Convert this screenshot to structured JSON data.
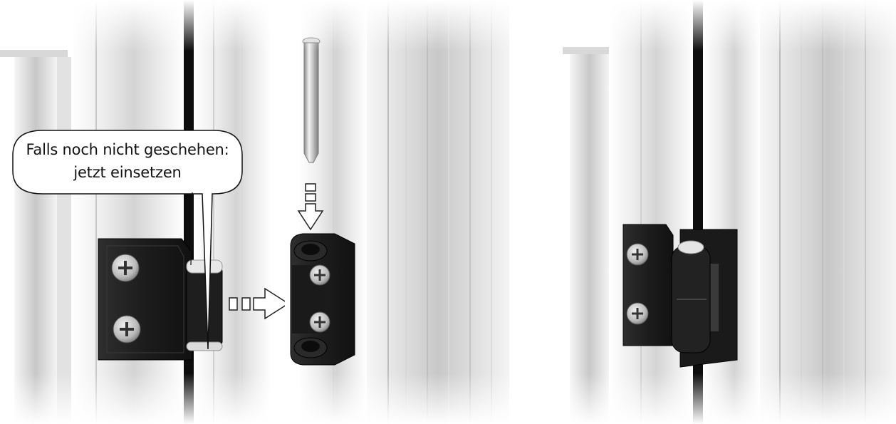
{
  "callout": {
    "line1": "Falls noch nicht geschehen:",
    "line2": "jetzt einsetzen"
  },
  "steps": [
    {
      "name": "step-1-insert-bushing"
    },
    {
      "name": "step-2-insert-pin"
    },
    {
      "name": "step-3-assembled-hinge"
    }
  ],
  "colors": {
    "hinge": "#1c1c1c",
    "frame_light": "#f2f2f2",
    "frame_shadow": "#bdbdbd",
    "gap": "#0d0d0d",
    "pin": "#cfcfcf",
    "arrow_stroke": "#222222"
  },
  "icons": [
    "screw-icon",
    "arrow-right-icon",
    "arrow-down-icon",
    "pin-icon",
    "bushing-icon"
  ]
}
